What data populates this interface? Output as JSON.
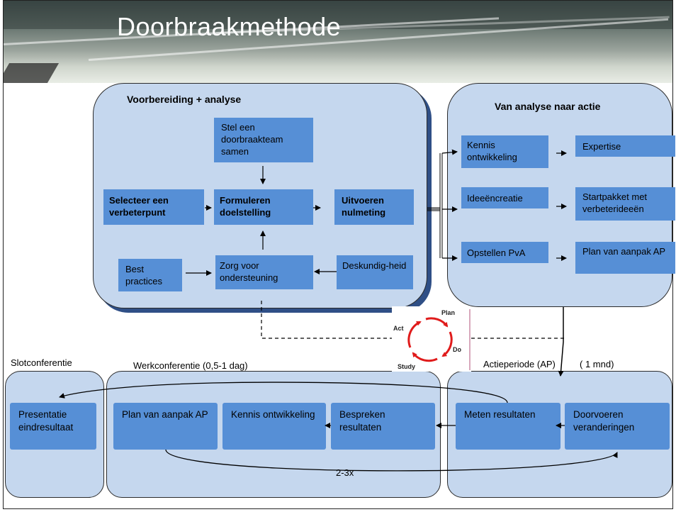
{
  "title": "Doorbraakmethode",
  "colors": {
    "panel": "#c5d7ee",
    "box": "#568fd6",
    "shadow": "#2f4f86",
    "cycle": "#e01b1b"
  },
  "prep": {
    "title": "Voorbereiding  + analyse",
    "team": "Stel een doorbraakteam samen",
    "select": "Selecteer een verbeterpunt",
    "goal": "Formuleren doelstelling",
    "baseline": "Uitvoeren nulmeting",
    "best": "Best practices",
    "support": "Zorg voor ondersteuning",
    "expert": "Deskundig-heid"
  },
  "action": {
    "title": "Van analyse naar actie",
    "knowledge": "Kennis ontwikkeling",
    "expertise": "Expertise",
    "ideas": "Ideeëncreatie",
    "starter": "Startpakket met verbeterideeën",
    "plan": "Opstellen PvA",
    "planap": "Plan van aanpak AP"
  },
  "cycle": {
    "plan": "Plan",
    "do": "Do",
    "study": "Study",
    "act": "Act"
  },
  "bottom": {
    "slot_label": "Slotconferentie",
    "work_label": "Werkconferentie (0,5-1 dag)",
    "action_label": "Actieperiode (AP)",
    "action_dur": "( 1 mnd)",
    "presentation": "Presentatie eindresultaat",
    "planap": "Plan van aanpak AP",
    "knowledge": "Kennis ontwikkeling",
    "discuss": "Bespreken resultaten",
    "measure": "Meten resultaten",
    "implement": "Doorvoeren veranderingen",
    "repeat": "2-3x"
  }
}
